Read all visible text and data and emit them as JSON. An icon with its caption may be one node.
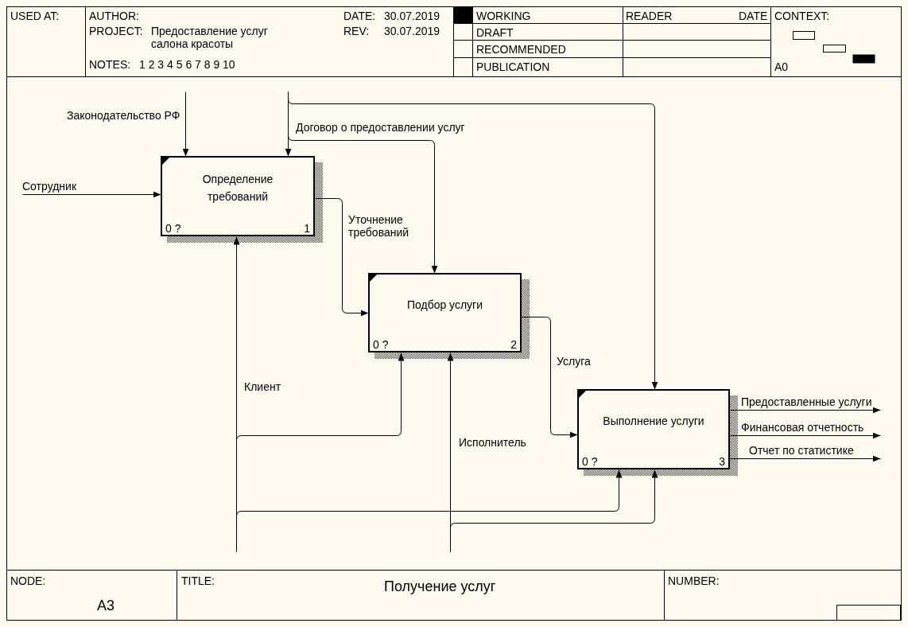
{
  "diagram": {
    "title": "Получение услуг",
    "nodes": [
      {
        "text": [
          "Определение требований",
          "0 ?",
          "1"
        ]
      },
      {
        "text": [
          "Подбор услуги",
          "0 ?",
          "2"
        ]
      },
      {
        "text": [
          "Выполнение услуги",
          "0 ?",
          "3"
        ]
      }
    ],
    "edges": [
      {
        "from": null,
        "to": 0,
        "arrow": "to",
        "label": "Законодательство РФ"
      },
      {
        "from": null,
        "to": 0,
        "arrow": "to",
        "label": "Договор о предоставлении услуг"
      },
      {
        "from": null,
        "to": 1,
        "arrow": "to"
      },
      {
        "from": null,
        "to": 2,
        "arrow": "to"
      },
      {
        "from": null,
        "to": 0,
        "arrow": "to",
        "label": "Сотрудник"
      },
      {
        "from": 0,
        "to": 1,
        "arrow": "to",
        "label": "Уточнение требований"
      },
      {
        "from": 1,
        "to": 2,
        "arrow": "to",
        "label": "Услуга"
      },
      {
        "from": 2,
        "to": null,
        "arrow": "to",
        "label": "Предоставленные услуги"
      },
      {
        "from": 2,
        "to": null,
        "arrow": "to",
        "label": "Финансовая отчетность"
      },
      {
        "from": 2,
        "to": null,
        "arrow": "to",
        "label": "Отчет по статистике"
      },
      {
        "from": null,
        "to": 0,
        "arrow": "to",
        "label": "Клиент"
      },
      {
        "from": null,
        "to": 1,
        "arrow": "to"
      },
      {
        "from": null,
        "to": 2,
        "arrow": "to"
      },
      {
        "from": null,
        "to": 1,
        "arrow": "to",
        "label": "Исполнитель"
      },
      {
        "from": null,
        "to": 2,
        "arrow": "to"
      }
    ],
    "labels": [
      "USED AT:",
      "AUTHOR:",
      "PROJECT:",
      "Предоставление услуг салона красоты",
      "NOTES:",
      "1 2 3 4 5 6 7 8 9 10",
      "DATE:",
      "30.07.2019",
      "REV:",
      "30.07.2019",
      "WORKING",
      "READER",
      "DATE",
      "CONTEXT:",
      "DRAFT",
      "RECOMMENDED",
      "PUBLICATION",
      "A0",
      "NODE:",
      "A3",
      "TITLE:",
      "NUMBER:"
    ]
  }
}
